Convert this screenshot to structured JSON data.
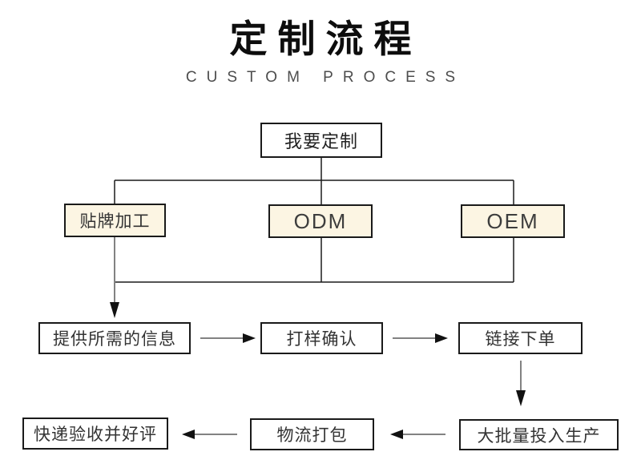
{
  "header": {
    "title": "定制流程",
    "subtitle": "CUSTOM PROCESS"
  },
  "flowchart": {
    "start": {
      "label": "我要定制"
    },
    "options": [
      {
        "label": "贴牌加工"
      },
      {
        "label": "ODM"
      },
      {
        "label": "OEM"
      }
    ],
    "steps": [
      {
        "label": "提供所需的信息"
      },
      {
        "label": "打样确认"
      },
      {
        "label": "链接下单"
      },
      {
        "label": "大批量投入生产"
      },
      {
        "label": "物流打包"
      },
      {
        "label": "快递验收并好评"
      }
    ]
  },
  "colors": {
    "highlight_box_bg": "#fcf5e3",
    "box_border": "#1a1a1a",
    "connector_gray": "#828282",
    "arrowhead_black": "#111111",
    "title_text": "#0d0d0d",
    "subtitle_text": "#4d4d4d",
    "box_text": "#333333"
  }
}
